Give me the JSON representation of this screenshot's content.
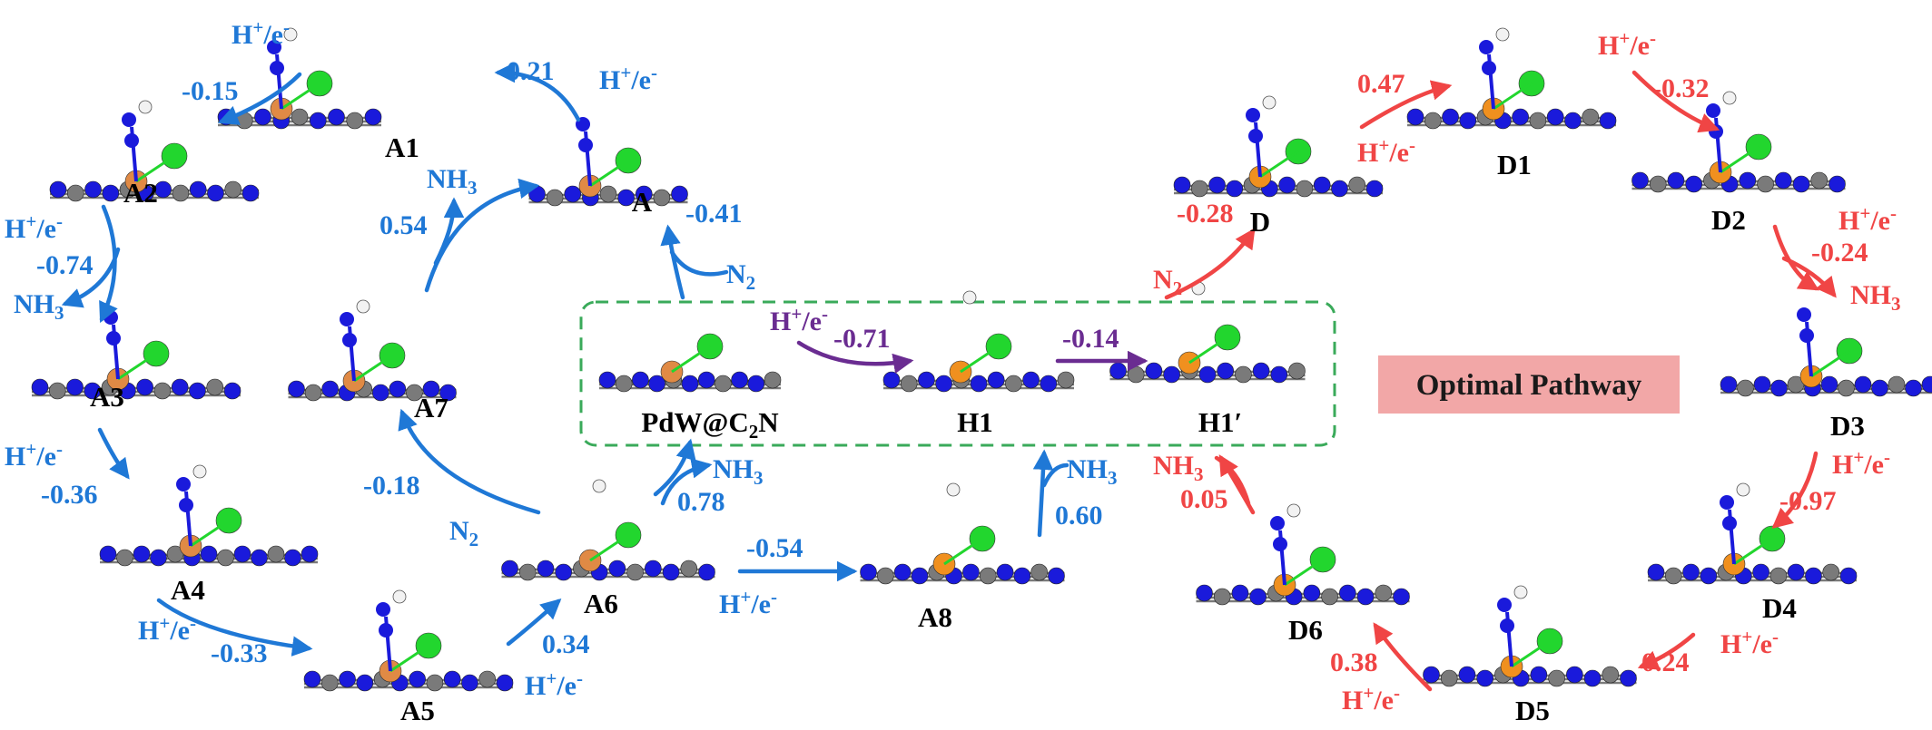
{
  "colors": {
    "blue_pathway": "#1f78d6",
    "red_pathway": "#f04545",
    "purple_pathway": "#6a2c91",
    "dashed_box": "#3aaa5a",
    "optimal_box": "#f2a7a7",
    "atom_C": "#7a7a7a",
    "atom_N": "#1a1adb",
    "atom_H": "#f2f2f2",
    "atom_Pd": "#e08a45",
    "atom_W": "#22d62e",
    "atom_Pd_red": "#f0901f"
  },
  "states": {
    "A": "A",
    "A1": "A1",
    "A2": "A2",
    "A3": "A3",
    "A4": "A4",
    "A5": "A5",
    "A6": "A6",
    "A7": "A7",
    "A8": "A8",
    "PdW_main": "PdW@C",
    "PdW_sub": "2",
    "PdW_tail": "N",
    "H1": "H1",
    "H1p": "H1′",
    "D": "D",
    "D1": "D1",
    "D2": "D2",
    "D3": "D3",
    "D4": "D4",
    "D5": "D5",
    "D6": "D6"
  },
  "energies": {
    "A1_A2": "-0.15",
    "A_A1": "0.21",
    "A2_A3": "-0.74",
    "A3_A4": "-0.36",
    "A4_A5": "-0.33",
    "A5_A6": "0.34",
    "A6_A7": "-0.18",
    "A7_A": "0.54",
    "PdW_A": "-0.41",
    "A6_A8": "-0.54",
    "A6_NH3": "0.78",
    "A8_NH3": "0.60",
    "PdW_H1": "-0.71",
    "H1_H1p": "-0.14",
    "H1p_D": "-0.28",
    "D_D1": "0.47",
    "D1_D2": "-0.32",
    "D2_D3": "-0.24",
    "D3_D4": "-0.97",
    "D4_D5": "0.24",
    "D5_D6": "0.38",
    "D6_H1p": "0.05"
  },
  "species": {
    "H": "H",
    "plus": "+",
    "e": "e",
    "minus": "-",
    "slash": "/",
    "NH": "NH",
    "three": "3",
    "N": "N",
    "two": "2"
  },
  "optimal_label": "Optimal Pathway"
}
